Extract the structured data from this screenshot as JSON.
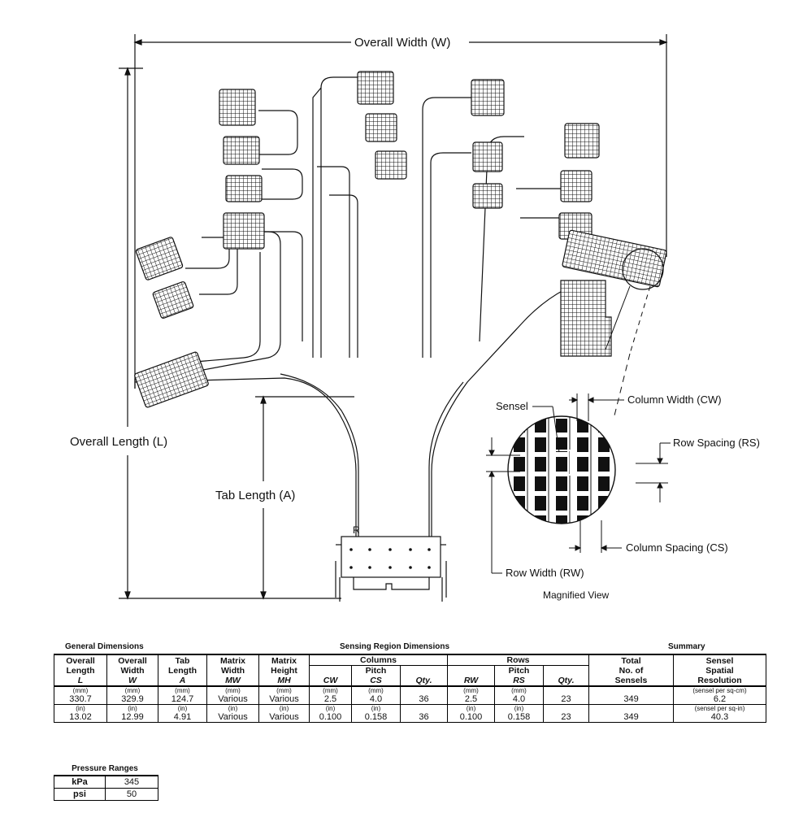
{
  "diagram": {
    "overall_width": "Overall Width (W)",
    "overall_length": "Overall Length (L)",
    "tab_length": "Tab Length (A)",
    "connector_mark": "R",
    "sensel": "Sensel",
    "column_width": "Column Width (CW)",
    "row_spacing": "Row Spacing (RS)",
    "column_spacing": "Column Spacing (CS)",
    "row_width": "Row Width (RW)",
    "magnified_view": "Magnified View"
  },
  "table": {
    "groups": {
      "general": "General Dimensions",
      "sensing": "Sensing Region Dimensions",
      "summary": "Summary",
      "columns": "Columns",
      "rows": "Rows"
    },
    "headers": {
      "overall_length": [
        "Overall",
        "Length",
        "L"
      ],
      "overall_width": [
        "Overall",
        "Width",
        "W"
      ],
      "tab_length": [
        "Tab",
        "Length",
        "A"
      ],
      "matrix_width": [
        "Matrix",
        "Width",
        "MW"
      ],
      "matrix_height": [
        "Matrix",
        "Height",
        "MH"
      ],
      "cw": "CW",
      "cs": [
        "Pitch",
        "CS"
      ],
      "col_qty": "Qty.",
      "rw": "RW",
      "rs": [
        "Pitch",
        "RS"
      ],
      "row_qty": "Qty.",
      "total": [
        "Total",
        "No. of",
        "Sensels"
      ],
      "resolution": [
        "Sensel",
        "Spatial",
        "Resolution"
      ]
    },
    "mm_row": {
      "unit": "(mm)",
      "res_unit": "(sensel per sq-cm)",
      "L": "330.7",
      "W": "329.9",
      "A": "124.7",
      "MW": "Various",
      "MH": "Various",
      "CW": "2.5",
      "CS": "4.0",
      "col_qty": "36",
      "RW": "2.5",
      "RS": "4.0",
      "row_qty": "23",
      "total": "349",
      "resolution": "6.2"
    },
    "in_row": {
      "unit": "(in)",
      "res_unit": "(sensel per sq-in)",
      "L": "13.02",
      "W": "12.99",
      "A": "4.91",
      "MW": "Various",
      "MH": "Various",
      "CW": "0.100",
      "CS": "0.158",
      "col_qty": "36",
      "RW": "0.100",
      "RS": "0.158",
      "row_qty": "23",
      "total": "349",
      "resolution": "40.3"
    }
  },
  "pressure": {
    "title": "Pressure Ranges",
    "rows": [
      {
        "unit": "kPa",
        "value": "345"
      },
      {
        "unit": "psi",
        "value": "50"
      }
    ]
  }
}
